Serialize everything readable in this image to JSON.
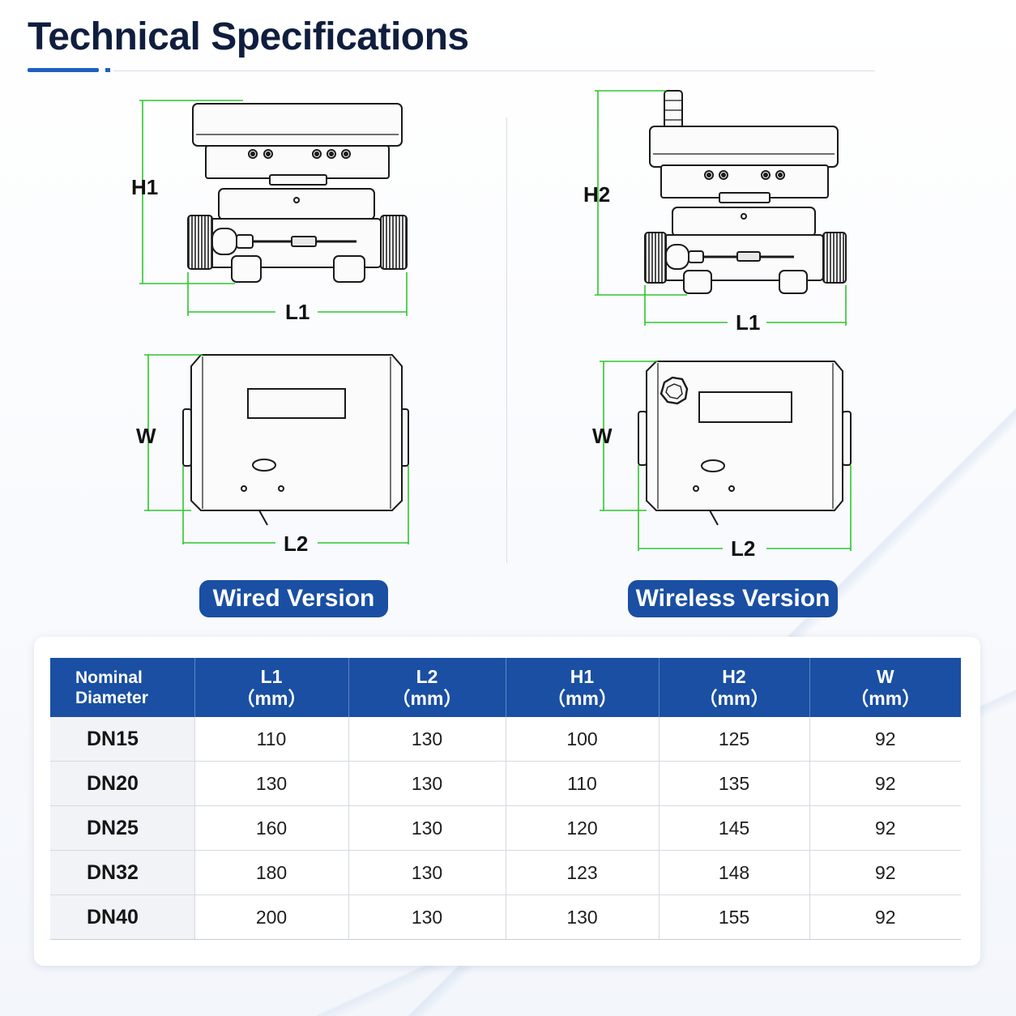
{
  "title": "Technical Specifications",
  "wired": {
    "label": "Wired Version",
    "dim_height": "H1",
    "dim_length": "L1",
    "dim_width": "W",
    "dim_length2": "L2"
  },
  "wireless": {
    "label": "Wireless Version",
    "dim_height": "H2",
    "dim_length": "L1",
    "dim_width": "W",
    "dim_length2": "L2"
  },
  "colors": {
    "accent": "#1a4fa3",
    "dimension_line": "#2fc52f",
    "title": "#101e3e"
  },
  "table": {
    "first_header_line1": "Nominal",
    "first_header_line2": "Diameter",
    "columns": [
      {
        "name": "L1",
        "unit": "（mm）"
      },
      {
        "name": "L2",
        "unit": "（mm）"
      },
      {
        "name": "H1",
        "unit": "（mm）"
      },
      {
        "name": "H2",
        "unit": "（mm）"
      },
      {
        "name": "W",
        "unit": "（mm）"
      }
    ],
    "rows": [
      {
        "dn": "DN15",
        "values": [
          "110",
          "130",
          "100",
          "125",
          "92"
        ]
      },
      {
        "dn": "DN20",
        "values": [
          "130",
          "130",
          "110",
          "135",
          "92"
        ]
      },
      {
        "dn": "DN25",
        "values": [
          "160",
          "130",
          "120",
          "145",
          "92"
        ]
      },
      {
        "dn": "DN32",
        "values": [
          "180",
          "130",
          "123",
          "148",
          "92"
        ]
      },
      {
        "dn": "DN40",
        "values": [
          "200",
          "130",
          "130",
          "155",
          "92"
        ]
      }
    ]
  }
}
